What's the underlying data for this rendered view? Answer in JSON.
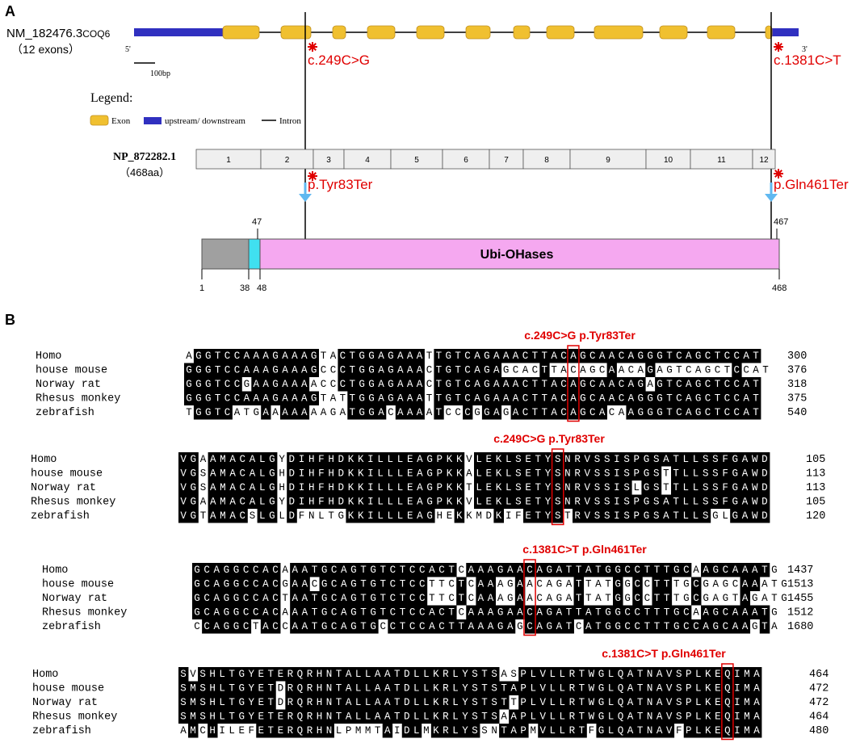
{
  "panel_a": {
    "label": "A",
    "transcript_id": "NM_182476.3",
    "gene": "COQ6",
    "exon_count_label": "（12 exons）",
    "five_prime": "5'",
    "three_prime": "3'",
    "scale_label": "100bp",
    "mutation1_cdna": "c.249C>G",
    "mutation2_cdna": "c.1381C>T",
    "legend_title": "Legend:",
    "legend_exon": "Exon",
    "legend_updown": "upstream/ downstream",
    "legend_intron": "Intron",
    "protein_id": "NP_872282.1",
    "protein_len": "（468aa）",
    "exon_numbers": [
      "1",
      "2",
      "3",
      "4",
      "5",
      "6",
      "7",
      "8",
      "9",
      "10",
      "11",
      "12"
    ],
    "mutation1_protein": "p.Tyr83Ter",
    "mutation2_protein": "p.Gln461Ter",
    "domain_name": "Ubi-OHases",
    "pos_1": "1",
    "pos_38": "38",
    "pos_47": "47",
    "pos_48": "48",
    "pos_467": "467",
    "pos_468": "468",
    "colors": {
      "exon": "#f0c030",
      "updown": "#3030c0",
      "domain": "#f5a8f0",
      "grey": "#a0a0a0",
      "cyan": "#40e0f0",
      "red": "#e00000",
      "arrow": "#60b8f0"
    }
  },
  "panel_b": {
    "label": "B",
    "blocks": [
      {
        "title": "c.249C>G p.Tyr83Ter",
        "species": [
          "Homo",
          "house mouse",
          "Norway rat",
          "Rhesus monkey",
          "zebrafish"
        ],
        "seqs": [
          "AGGTCCAAAGAAAGTACTGGAGAAATTGTCAGAAACTTACAGCAACAGGGTCAGCTCCAT",
          "GGGTCCAAAGAAAGCCCTGGAGAAACTGTCAGAGCACTTACAGCAACAGAGTCAGCTCCAT",
          "GGGTCCGAAGAAAACCCTGGAGAAACTGTCAGAAACTTACAGCAACAGAGTCAGCTCCAT",
          "GGGTCCAAAGAAAGTATTGGAGAAATTGTCAGAAACTTACAGCAACAGGGTCAGCTCCAT",
          "TGGTCATGAAAAAAAGATGGACAAAATCCCGGAGACTTACAGCACAAGGGTCAGCTCCAT"
        ],
        "numbers": [
          "300",
          "376",
          "318",
          "375",
          "540"
        ]
      },
      {
        "title": "c.249C>G p.Tyr83Ter",
        "species": [
          "Homo",
          "house mouse",
          "Norway rat",
          "Rhesus monkey",
          "zebrafish"
        ],
        "seqs": [
          "VGAAMACALGYDIHFHDKKILLLEAGPKKVLEKLSETYSNRVSSISPGSATLLSSFGAWD",
          "VGSAMACALGHDIHFHDKKILLLEAGPKKALEKLSETYSNRVSSISPGSTTLLSSFGAWD",
          "VGSAMACALGHDIHFHDKKILLLEAGPKKTLEKLSETYSNRVSSISLGSTTLLSSFGAWD",
          "VGAAMACALGYDIHFHDKKILLLEAGPKKVLEKLSETYSNRVSSISPGSATLLSSFGAWD",
          "VGTAMACSLGLDFNLTGKKILLLEAGHEKKMDKIFETYSTRVSSISPGSATLLSGLGAWD"
        ],
        "numbers": [
          "105",
          "113",
          "113",
          "105",
          "120"
        ]
      },
      {
        "title": "c.1381C>T p.Gln461Ter",
        "species": [
          "Homo",
          "house mouse",
          "Norway rat",
          "Rhesus monkey",
          "zebrafish"
        ],
        "seqs": [
          "GCAGGCCACAAATGCAGTGTCTCCACTCAAAGAACAGATTATGGCCTTTGCAAGCAAATG",
          "GCAGGCCACGAACGCAGTGTCTCCTTCTCAAAGAACAGATTATGGCCTTTGCGAGCAAATG",
          "GCAGGCCACTAATGCAGTGTCTCCTTCTCAAAGAACAGATTATGGCCTTTGCGAGTAGATG",
          "GCAGGCCACAAATGCAGTGTCTCCACTCAAAGAACAGATTATGGCCTTTGCAAGCAAATG",
          "CCAGGCTACCAATGCAGTGCCTCCACTTAAAGAGCAGATCATGGCCTTTGCCAGCAAGTA"
        ],
        "numbers": [
          "1437",
          "1513",
          "1455",
          "1512",
          "1680"
        ]
      },
      {
        "title": "c.1381C>T p.Gln461Ter",
        "species": [
          "Homo",
          "house mouse",
          "Norway rat",
          "Rhesus monkey",
          "zebrafish"
        ],
        "seqs": [
          "SVSHLTGYETERQRHNTALLAATDLLKRLYSTSASPLVLLRTWGLQATNAVSPLKEQIMA",
          "SMSHLTGYETDRQRHNTALLAATDLLKRLYSTSTAPLVLLRTWGLQATNAVSPLKEQIMA",
          "SMSHLTGYETDRQRHNTALLAATDLLKRLYSTSTTPLVLLRTWGLQATNAVSPLKEQIMA",
          "SMSHLTGYETERQRHNTALLAATDLLKRLYSTSAAPLVLLRTWGLQATNAVSPLKEQIMA",
          "AMCHILEFETERQRHNLPMMTAIDLMKRLYSSNTAPMVLLRTFGLQATNAVFPLKEQIMA"
        ],
        "numbers": [
          "464",
          "472",
          "472",
          "464",
          "480"
        ]
      }
    ]
  }
}
